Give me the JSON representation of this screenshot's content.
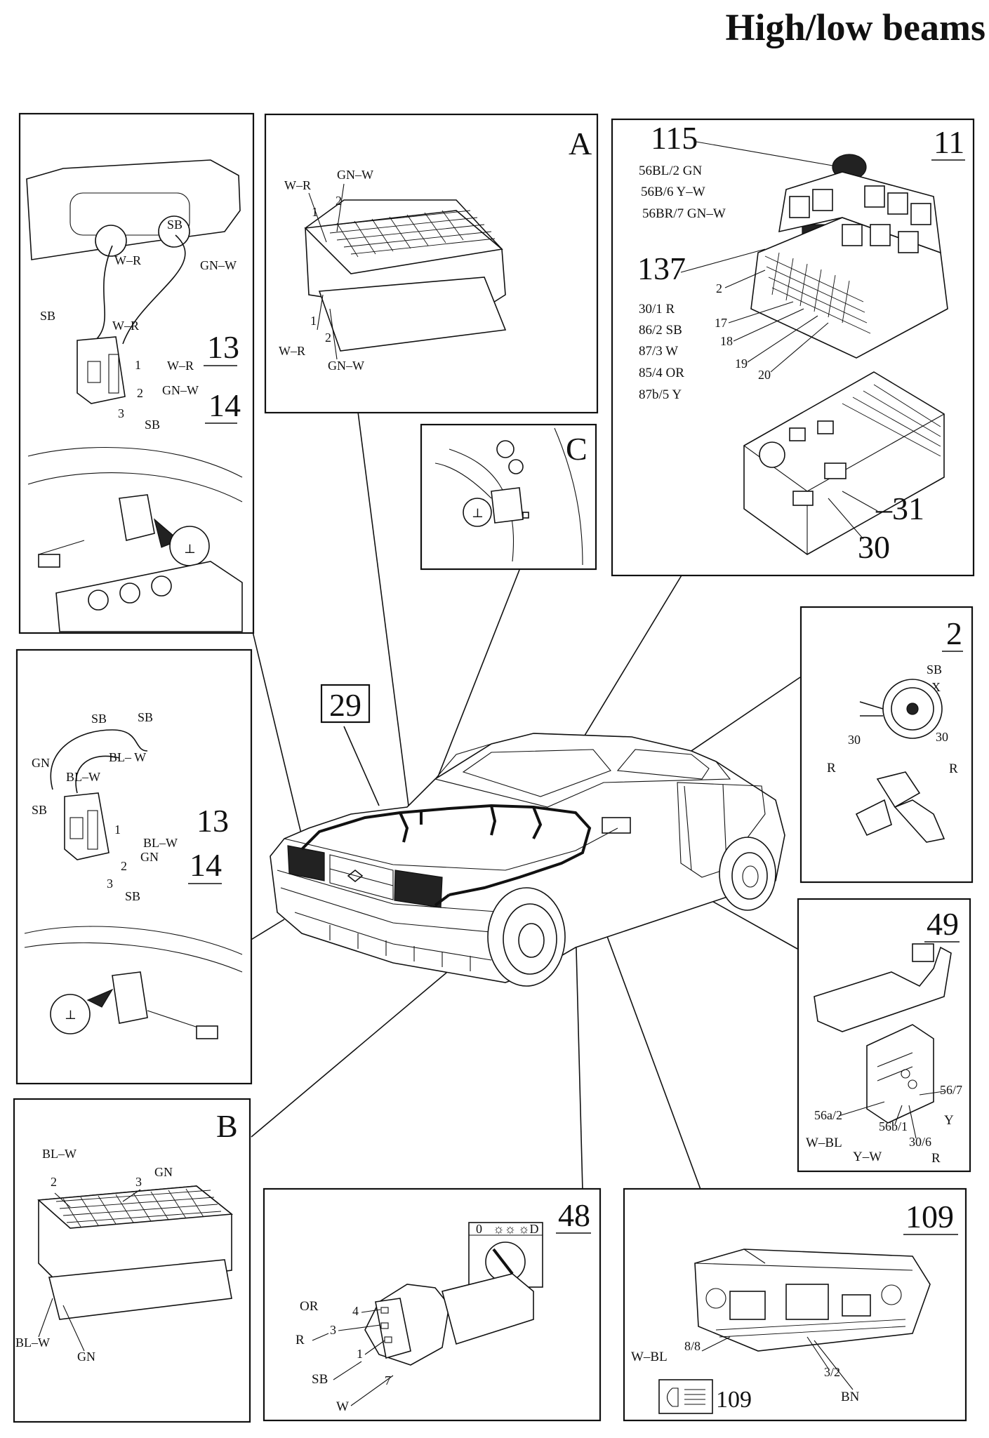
{
  "title": "High/low beams",
  "center": {
    "ref": "29"
  },
  "panels": {
    "a": {
      "letter": "A",
      "wire_w_r": "W–R",
      "wire_gn_w": "GN–W",
      "pin1": "1",
      "pin2": "2"
    },
    "c": {
      "letter": "C"
    },
    "b": {
      "letter": "B",
      "wire_bl_w": "BL–W",
      "wire_gn": "GN",
      "pin2": "2",
      "pin3": "3"
    },
    "p11": {
      "ref": "11",
      "relay115": "115",
      "relay137": "137",
      "lines115": [
        "56BL/2 GN",
        "56B/6 Y–W",
        "56BR/7 GN–W"
      ],
      "lines137": [
        "30/1 R",
        "86/2 SB",
        "87/3 W",
        "85/4 OR",
        "87b/5 Y"
      ],
      "callouts": [
        "2",
        "17",
        "18",
        "19",
        "20"
      ],
      "ref31": "–31",
      "ref30": "30"
    },
    "left_top": {
      "ref13": "13",
      "ref14": "14",
      "sb": "SB",
      "w_r": "W–R",
      "gn_w": "GN–W",
      "pin1": "1",
      "pin2": "2",
      "pin3": "3"
    },
    "left_mid": {
      "ref13": "13",
      "ref14": "14",
      "sb": "SB",
      "gn": "GN",
      "bl_w": "BL–W",
      "bl_w2": "BL– W",
      "pin1": "1",
      "pin2": "2",
      "pin3": "3"
    },
    "p2": {
      "ref": "2",
      "sb": "SB",
      "x": "X",
      "n30": "30",
      "r": "R"
    },
    "p49": {
      "ref": "49",
      "p56a2": "56a/2",
      "p56b1": "56b/1",
      "p306": "30/6",
      "p567": "56/7",
      "w_bl": "W–BL",
      "y_w": "Y–W",
      "y": "Y",
      "r": "R"
    },
    "p48": {
      "ref": "48",
      "switch_positions": [
        "0",
        "☼☼",
        "☼D"
      ],
      "or": "OR",
      "r": "R",
      "sb": "SB",
      "w": "W",
      "pin4": "4",
      "pin3": "3",
      "pin1": "1",
      "pin7": "7"
    },
    "p109": {
      "ref": "109",
      "w_bl": "W–BL",
      "p88": "8/8",
      "p32": "3/2",
      "bn": "BN",
      "sym": "109"
    }
  }
}
